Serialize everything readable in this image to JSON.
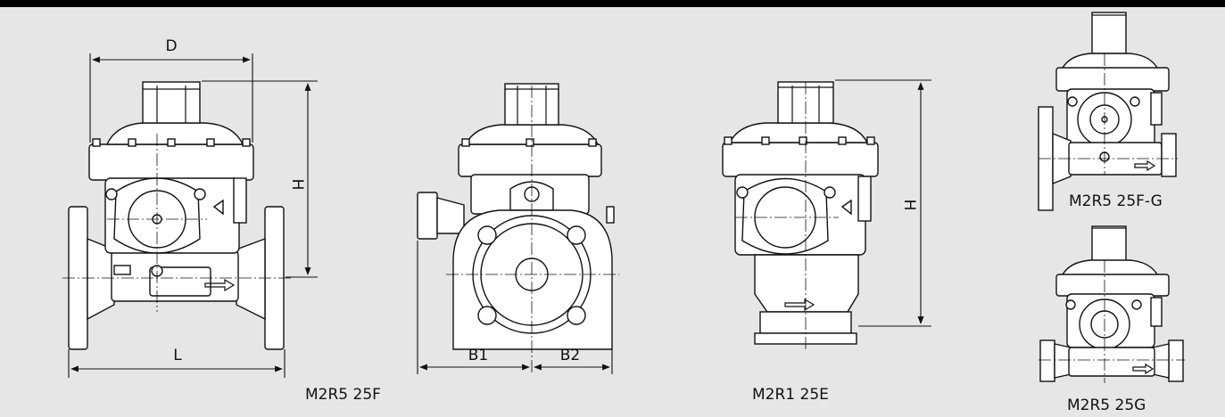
{
  "dimensions": {
    "D": "D",
    "H_left": "H",
    "L": "L",
    "B1": "B1",
    "B2": "B2",
    "H_right": "H"
  },
  "captions": {
    "front_25f": "M2R5 25F",
    "front_25e": "M2R1 25E",
    "small_25fg": "M2R5 25F-G",
    "small_25g": "M2R5 25G"
  },
  "colors": {
    "background": "#e6e6e6",
    "line": "#111111",
    "fill": "#ffffff",
    "topbar": "#000000"
  }
}
